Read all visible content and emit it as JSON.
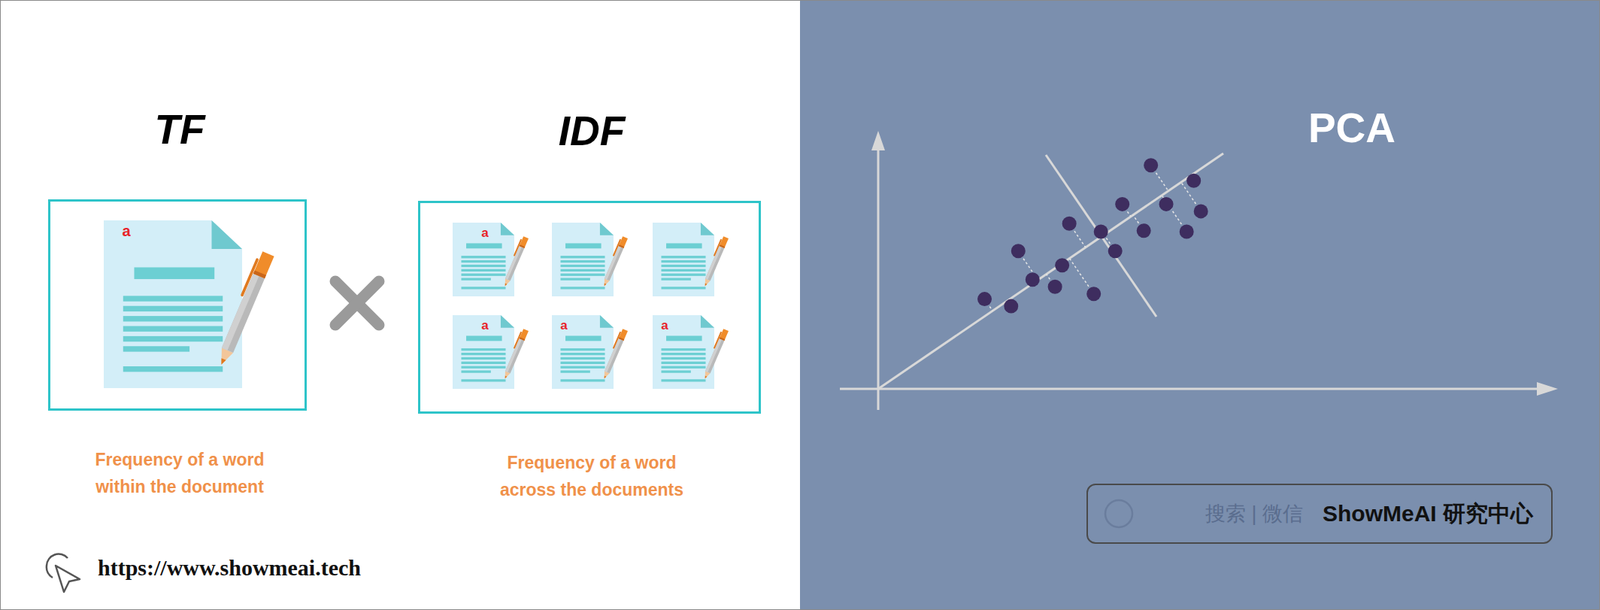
{
  "diagram": {
    "nodes": [
      {
        "text": [
          "TF",
          "Frequency of a word within the document"
        ]
      },
      {
        "text": [
          "IDF",
          "Frequency of a word across the documents"
        ]
      },
      {
        "text": [
          "搜索 | 微信",
          "ShowMeAI 研究中心"
        ]
      }
    ],
    "labels": [
      "PCA",
      "a",
      "a",
      "a",
      "a",
      "a",
      "https://www.showmeai.tech"
    ]
  }
}
